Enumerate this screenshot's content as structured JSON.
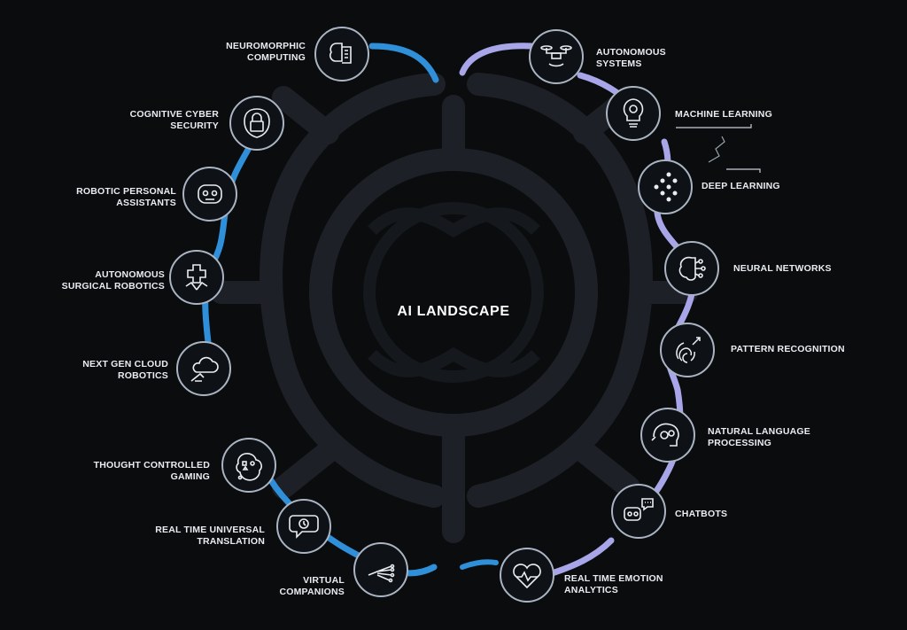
{
  "title": "AI LANDSCAPE",
  "colors": {
    "background": "#0b0c0e",
    "left_arc": "#2f8fd8",
    "right_arc": "#a8a6e8",
    "node_border": "#aab4c2",
    "text": "#e9edf2"
  },
  "left_items": [
    {
      "label": "NEUROMORPHIC\nCOMPUTING",
      "icon": "brain-chip-icon"
    },
    {
      "label": "COGNITIVE CYBER\nSECURITY",
      "icon": "lock-icon"
    },
    {
      "label": "ROBOTIC PERSONAL\nASSISTANTS",
      "icon": "robot-head-icon"
    },
    {
      "label": "AUTONOMOUS\nSURGICAL ROBOTICS",
      "icon": "surgical-robot-icon"
    },
    {
      "label": "NEXT GEN CLOUD\nROBOTICS",
      "icon": "cloud-robot-icon"
    },
    {
      "label": "THOUGHT CONTROLLED\nGAMING",
      "icon": "thought-bubble-icon"
    },
    {
      "label": "REAL TIME UNIVERSAL\nTRANSLATION",
      "icon": "speech-bubbles-icon"
    },
    {
      "label": "VIRTUAL\nCOMPANIONS",
      "icon": "robot-hand-icon"
    }
  ],
  "right_items": [
    {
      "label": "AUTONOMOUS\nSYSTEMS",
      "icon": "drone-icon"
    },
    {
      "label": "MACHINE LEARNING",
      "icon": "lightbulb-gear-icon"
    },
    {
      "label": "DEEP LEARNING",
      "icon": "node-network-icon"
    },
    {
      "label": "NEURAL NETWORKS",
      "icon": "brain-network-icon"
    },
    {
      "label": "PATTERN RECOGNITION",
      "icon": "fingerprint-icon"
    },
    {
      "label": "NATURAL LANGUAGE\nPROCESSING",
      "icon": "head-gears-icon"
    },
    {
      "label": "CHATBOTS",
      "icon": "chatbot-icon"
    },
    {
      "label": "REAL TIME EMOTION\nANALYTICS",
      "icon": "heart-pulse-icon"
    }
  ]
}
